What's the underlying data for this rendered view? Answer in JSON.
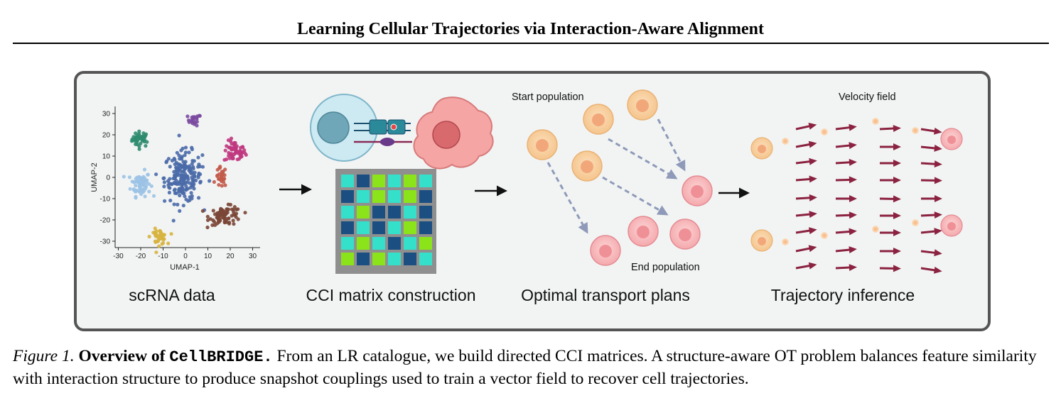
{
  "header": {
    "title": "Learning Cellular Trajectories via Interaction-Aware Alignment"
  },
  "figure": {
    "scatter": {
      "xlabel": "UMAP-1",
      "ylabel": "UMAP-2",
      "xticks": [
        "-30",
        "-20",
        "-10",
        "0",
        "10",
        "20",
        "30"
      ],
      "yticks": [
        "30",
        "20",
        "10",
        "0",
        "-10",
        "-20",
        "-30"
      ],
      "clusters": [
        {
          "color": "#2e8b6e",
          "cx": -20,
          "cy": 18,
          "sx": 3.2,
          "sy": 3.0,
          "n": 40
        },
        {
          "color": "#7b4aa0",
          "cx": 4,
          "cy": 27,
          "sx": 2.5,
          "sy": 2.2,
          "n": 22
        },
        {
          "color": "#c0397f",
          "cx": 22,
          "cy": 12,
          "sx": 4.0,
          "sy": 4.2,
          "n": 60
        },
        {
          "color": "#9cc3e6",
          "cx": -20,
          "cy": -3,
          "sx": 3.6,
          "sy": 4.8,
          "n": 75
        },
        {
          "color": "#4a6aa8",
          "cx": -1,
          "cy": 0,
          "sx": 7.0,
          "sy": 10.0,
          "n": 200
        },
        {
          "color": "#c25a4a",
          "cx": 16,
          "cy": 0,
          "sx": 2.0,
          "sy": 4.0,
          "n": 30
        },
        {
          "color": "#7a4636",
          "cx": 18,
          "cy": -18,
          "sx": 6.0,
          "sy": 3.6,
          "n": 80
        },
        {
          "color": "#d7b440",
          "cx": -12,
          "cy": -28,
          "sx": 3.0,
          "sy": 3.0,
          "n": 45
        }
      ]
    },
    "stage_labels": [
      "scRNA data",
      "CCI matrix construction",
      "Optimal transport plans",
      "Trajectory inference"
    ],
    "ot_start_label": "Start population",
    "ot_end_label": "End population",
    "velocity_label": "Velocity field",
    "cci_matrix": [
      [
        "#34e0c9",
        "#1b4f82",
        "#8be31a",
        "#34e0c9",
        "#8be31a",
        "#34e0c9"
      ],
      [
        "#1b4f82",
        "#34e0c9",
        "#8be31a",
        "#34e0c9",
        "#8be31a",
        "#1b4f82"
      ],
      [
        "#34e0c9",
        "#8be31a",
        "#1b4f82",
        "#1b4f82",
        "#34e0c9",
        "#1b4f82"
      ],
      [
        "#1b4f82",
        "#34e0c9",
        "#1b4f82",
        "#34e0c9",
        "#8be31a",
        "#1b4f82"
      ],
      [
        "#34e0c9",
        "#8be31a",
        "#34e0c9",
        "#1b4f82",
        "#34e0c9",
        "#8be31a"
      ],
      [
        "#8be31a",
        "#1b4f82",
        "#8be31a",
        "#34e0c9",
        "#1b4f82",
        "#34e0c9"
      ]
    ],
    "colors": {
      "panel_border": "#555555",
      "panel_bg": "#f2f4f4",
      "start_cell": "#f7cb95",
      "end_cell": "#f6a9ad",
      "velocity_arrow": "#8b2240",
      "ot_arrow": "#8e9ab8"
    }
  },
  "caption": {
    "label": "Figure 1.",
    "bold_lead": "Overview of",
    "method": "CellBRIDGE.",
    "text": "From an LR catalogue, we build directed CCI matrices. A structure-aware OT problem balances feature similarity with interaction structure to produce snapshot couplings used to train a vector field to recover cell trajectories."
  }
}
